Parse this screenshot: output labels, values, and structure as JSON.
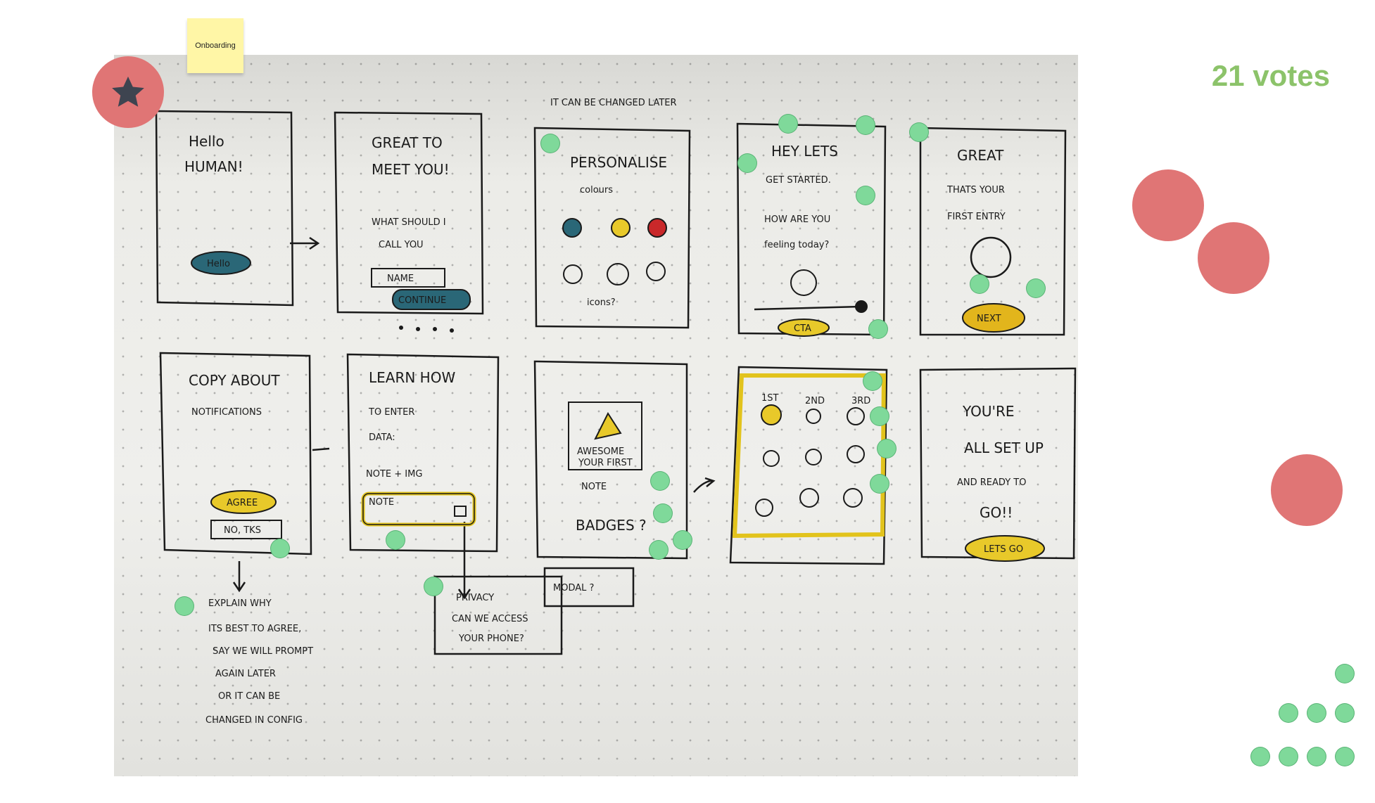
{
  "board": {
    "sticky_label": "Onboarding",
    "votes_label": "21 votes",
    "colors": {
      "accent_red": "#e07575",
      "vote_green": "#7fd99a",
      "votes_text": "#8cc36a",
      "sticky_yellow": "#fff6a6"
    },
    "icons": [
      "star-icon"
    ]
  },
  "sketch": {
    "top_note": "IT CAN BE CHANGED LATER",
    "screens": [
      {
        "id": "hello",
        "lines": [
          "Hello",
          "HUMAN!"
        ],
        "button": "Hello"
      },
      {
        "id": "meet",
        "lines": [
          "GREAT TO",
          "MEET YOU!",
          "WHAT SHOULD I",
          "CALL YOU"
        ],
        "field": "NAME",
        "button": "CONTINUE"
      },
      {
        "id": "personalise",
        "lines": [
          "PERSONALISE"
        ],
        "notes": [
          "colours",
          "icons?"
        ]
      },
      {
        "id": "started",
        "lines": [
          "HEY LETS",
          "GET STARTED.",
          "HOW ARE YOU",
          "feeling today?"
        ],
        "button": "CTA"
      },
      {
        "id": "first-entry",
        "lines": [
          "GREAT",
          "THATS YOUR",
          "FIRST ENTRY"
        ],
        "button": "NEXT"
      },
      {
        "id": "notifications",
        "lines": [
          "COPY ABOUT",
          "NOTIFICATIONS"
        ],
        "buttons": [
          "AGREE",
          "NO, TKS"
        ]
      },
      {
        "id": "learn",
        "lines": [
          "LEARN HOW",
          "TO ENTER",
          "DATA:",
          "NOTE + IMG"
        ],
        "field": "NOTE"
      },
      {
        "id": "badges",
        "lines": [
          "AWESOME",
          "YOUR FIRST",
          "NOTE",
          "BADGES ?"
        ]
      },
      {
        "id": "grid",
        "labels": [
          "1ST",
          "2ND",
          "3RD"
        ]
      },
      {
        "id": "setup",
        "lines": [
          "YOU'RE",
          "ALL SET UP",
          "AND READY TO",
          "GO!!"
        ],
        "button": "LETS GO"
      }
    ],
    "notes": {
      "explain": [
        "EXPLAIN WHY",
        "ITS BEST TO AGREE,",
        "SAY WE WILL PROMPT",
        "AGAIN LATER",
        "OR IT CAN BE",
        "CHANGED IN CONFIG"
      ],
      "privacy": [
        "PRIVACY",
        "CAN WE ACCESS",
        "YOUR PHONE?"
      ],
      "modal": "MODAL ?"
    }
  }
}
